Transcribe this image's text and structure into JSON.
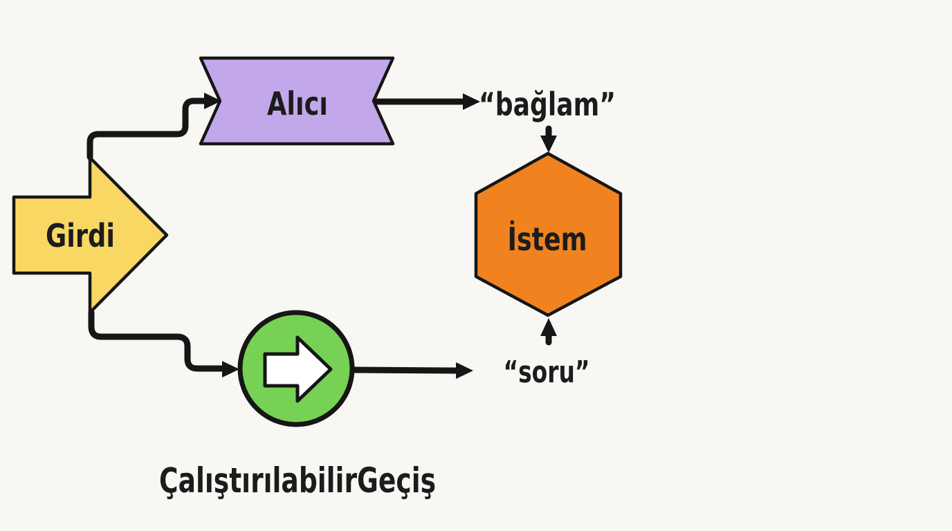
{
  "diagram": {
    "colors": {
      "background": "#f8f7f4",
      "line": "#161616",
      "text": "#1c1c1c",
      "input_fill": "#f8d763",
      "retriever_fill": "#c3a7eb",
      "prompt_fill": "#f0831f",
      "runnable_fill": "#76d154",
      "runnable_arrow_fill": "#ffffff"
    },
    "nodes": {
      "input": {
        "label": "Girdi"
      },
      "retriever": {
        "label": "Alıcı"
      },
      "prompt": {
        "label": "İstem"
      },
      "context": {
        "label": "“bağlam”"
      },
      "question": {
        "label": "“soru”"
      },
      "caption": {
        "label": "ÇalıştırılabilirGeçiş"
      }
    }
  }
}
